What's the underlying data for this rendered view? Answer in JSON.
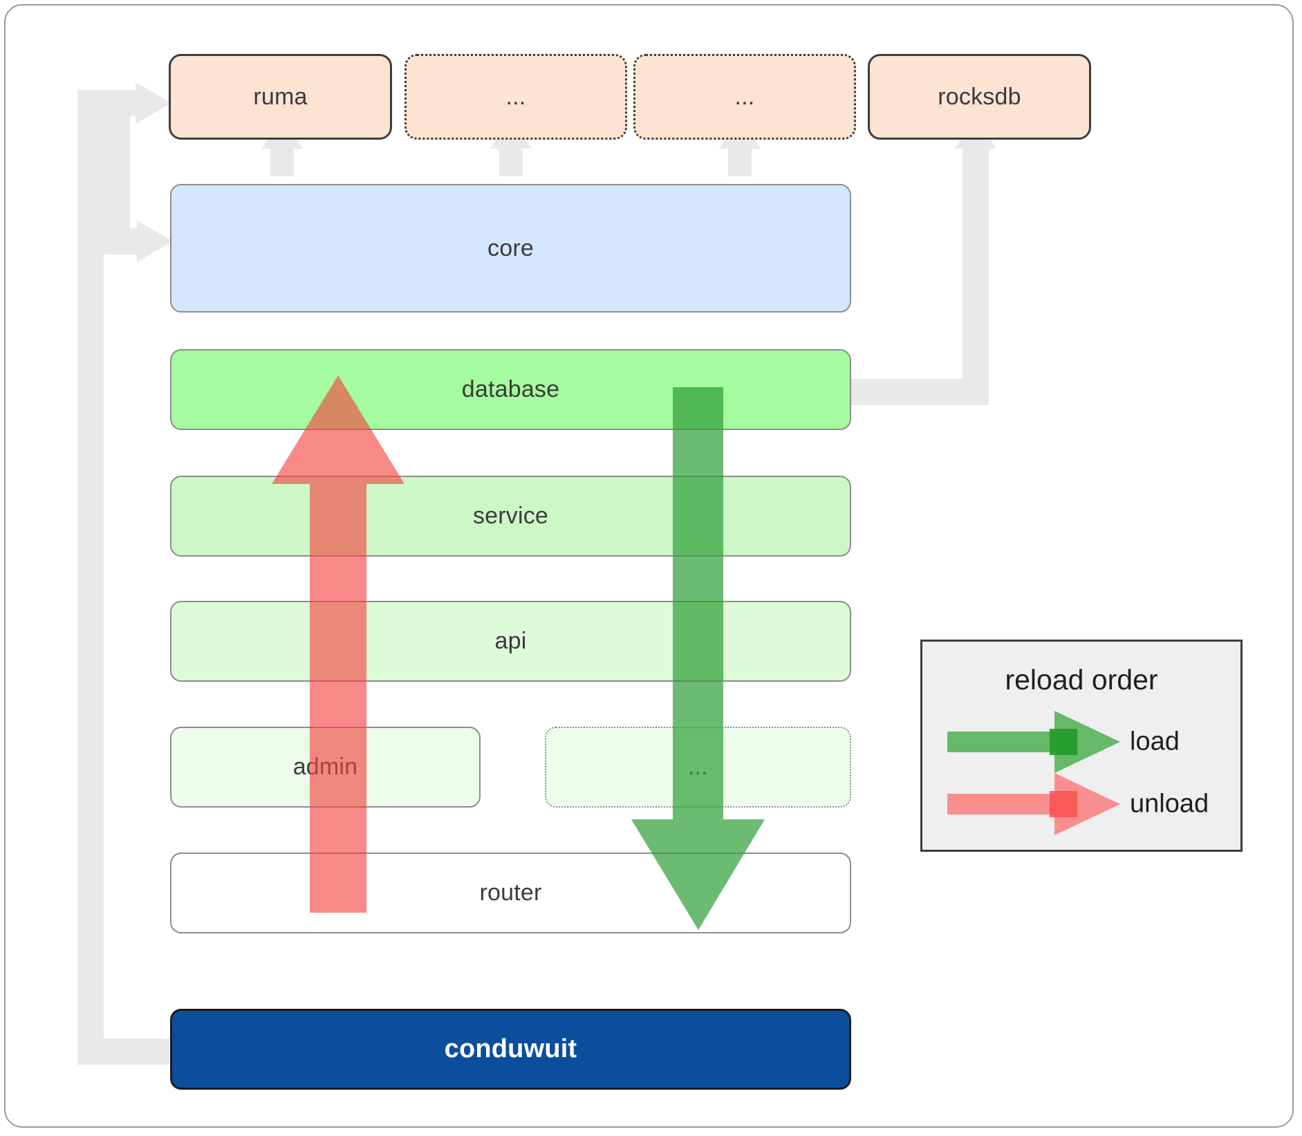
{
  "diagram": {
    "title": "conduwuit crate architecture / reload order",
    "dependencies": [
      {
        "label": "ruma",
        "style": "solid"
      },
      {
        "label": "...",
        "style": "dotted"
      },
      {
        "label": "...",
        "style": "dotted"
      },
      {
        "label": "rocksdb",
        "style": "solid"
      }
    ],
    "layers": [
      {
        "label": "core",
        "style": "solid"
      },
      {
        "label": "database",
        "style": "solid"
      },
      {
        "label": "service",
        "style": "solid"
      },
      {
        "label": "api",
        "style": "solid"
      },
      {
        "label": "admin",
        "style": "solid"
      },
      {
        "label": "...",
        "style": "dotted"
      },
      {
        "label": "router",
        "style": "solid"
      }
    ],
    "application": {
      "label": "conduwuit"
    }
  },
  "legend": {
    "title": "reload order",
    "items": [
      {
        "label": "load",
        "color": "#5aaf5a",
        "direction": "down"
      },
      {
        "label": "unload",
        "color": "#fa8383",
        "direction": "up"
      }
    ]
  },
  "colors": {
    "dependency_fill": "#fde3d2",
    "core_fill": "#d4e6fb",
    "database_fill": "#a5fb9f",
    "service_fill": "#ccf8c6",
    "api_fill": "#ddfbd8",
    "admin_fill": "#ecfdea",
    "router_fill": "#ffffff",
    "app_fill": "#0b4f9c",
    "connector": "#e8e8e8",
    "load_arrow": "#4caf50",
    "unload_arrow": "#f98080",
    "legend_bg": "#efefef"
  }
}
